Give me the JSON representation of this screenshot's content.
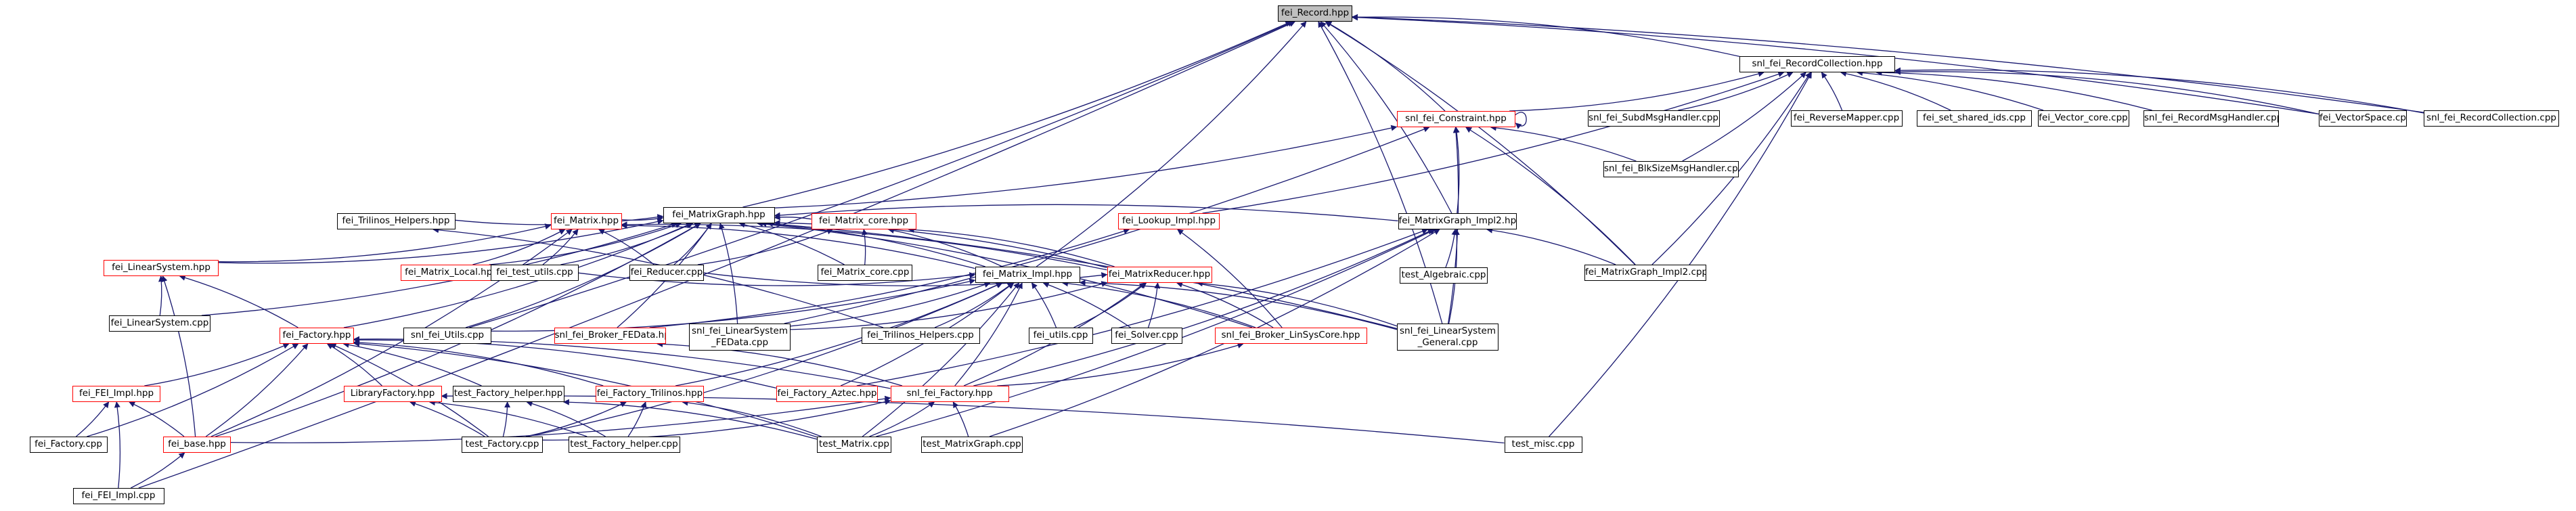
{
  "graph": {
    "colors": {
      "edge": "#191970",
      "box": "#000000",
      "box_incomplete": "#ff0000",
      "root_fill": "#bfbfbf"
    },
    "nodes": [
      {
        "id": "n0",
        "label": "fei_Record.hpp",
        "root": true
      },
      {
        "id": "n1",
        "label": "snl_fei_RecordCollection.hpp"
      },
      {
        "id": "n2",
        "label": "snl_fei_Constraint.hpp",
        "red": true
      },
      {
        "id": "n3",
        "label": "fei_MatrixGraph.hpp"
      },
      {
        "id": "n4",
        "label": "fei_Trilinos_Helpers.hpp"
      },
      {
        "id": "n5",
        "label": "fei_Matrix.hpp",
        "red": true
      },
      {
        "id": "n6",
        "label": "fei_Matrix_core.hpp",
        "red": true
      },
      {
        "id": "n7",
        "label": "fei_Lookup_Impl.hpp",
        "red": true
      },
      {
        "id": "n8",
        "label": "fei_MatrixGraph_Impl2.hpp"
      },
      {
        "id": "n9",
        "label": "fei_LinearSystem.hpp",
        "red": true
      },
      {
        "id": "n10",
        "label": "fei_Matrix_Local.hpp",
        "red": true
      },
      {
        "id": "n11",
        "label": "fei_test_utils.cpp"
      },
      {
        "id": "n12",
        "label": "fei_Reducer.cpp"
      },
      {
        "id": "n13",
        "label": "fei_Matrix_core.cpp"
      },
      {
        "id": "n14",
        "label": "fei_Matrix_Impl.hpp"
      },
      {
        "id": "n15",
        "label": "fei_MatrixReducer.hpp",
        "red": true
      },
      {
        "id": "n16",
        "label": "test_Algebraic.cpp"
      },
      {
        "id": "n17",
        "label": "fei_MatrixGraph_Impl2.cpp"
      },
      {
        "id": "n18",
        "label": "fei_LinearSystem.cpp"
      },
      {
        "id": "n19",
        "label": "fei_Factory.hpp",
        "red": true
      },
      {
        "id": "n20",
        "label": "snl_fei_Utils.cpp"
      },
      {
        "id": "n21",
        "label": "snl_fei_Broker_FEData.hpp",
        "red": true
      },
      {
        "id": "n22",
        "label": "snl_fei_LinearSystem_FEData.cpp",
        "lines": [
          "snl_fei_LinearSystem",
          "_FEData.cpp"
        ]
      },
      {
        "id": "n23",
        "label": "fei_Trilinos_Helpers.cpp"
      },
      {
        "id": "n24",
        "label": "fei_utils.cpp"
      },
      {
        "id": "n25",
        "label": "fei_Solver.cpp"
      },
      {
        "id": "n26",
        "label": "snl_fei_Broker_LinSysCore.hpp",
        "red": true
      },
      {
        "id": "n27",
        "label": "snl_fei_LinearSystem_General.cpp",
        "lines": [
          "snl_fei_LinearSystem",
          "_General.cpp"
        ]
      },
      {
        "id": "n28",
        "label": "fei_FEI_Impl.hpp",
        "red": true
      },
      {
        "id": "n29",
        "label": "LibraryFactory.hpp",
        "red": true
      },
      {
        "id": "n30",
        "label": "test_Factory_helper.hpp"
      },
      {
        "id": "n31",
        "label": "fei_Factory_Trilinos.hpp",
        "red": true
      },
      {
        "id": "n32",
        "label": "fei_Factory_Aztec.hpp",
        "red": true
      },
      {
        "id": "n33",
        "label": "snl_fei_Factory.hpp",
        "red": true
      },
      {
        "id": "n34",
        "label": "fei_Factory.cpp"
      },
      {
        "id": "n35",
        "label": "fei_base.hpp",
        "red": true
      },
      {
        "id": "n36",
        "label": "test_Factory.cpp"
      },
      {
        "id": "n37",
        "label": "test_Factory_helper.cpp"
      },
      {
        "id": "n38",
        "label": "test_Matrix.cpp"
      },
      {
        "id": "n39",
        "label": "test_MatrixGraph.cpp"
      },
      {
        "id": "n40",
        "label": "test_misc.cpp"
      },
      {
        "id": "n41",
        "label": "fei_FEI_Impl.cpp"
      },
      {
        "id": "n42",
        "label": "snl_fei_SubdMsgHandler.cpp"
      },
      {
        "id": "n43",
        "label": "fei_ReverseMapper.cpp"
      },
      {
        "id": "n44",
        "label": "fei_set_shared_ids.cpp"
      },
      {
        "id": "n45",
        "label": "fei_Vector_core.cpp"
      },
      {
        "id": "n46",
        "label": "snl_fei_RecordMsgHandler.cpp"
      },
      {
        "id": "n47",
        "label": "fei_VectorSpace.cpp"
      },
      {
        "id": "n48",
        "label": "snl_fei_RecordCollection.cpp"
      },
      {
        "id": "n49",
        "label": "snl_fei_BlkSizeMsgHandler.cpp"
      }
    ],
    "edges": [
      [
        "n1",
        "n0"
      ],
      [
        "n2",
        "n0"
      ],
      [
        "n3",
        "n0"
      ],
      [
        "n8",
        "n0"
      ],
      [
        "n14",
        "n0"
      ],
      [
        "n17",
        "n0"
      ],
      [
        "n20",
        "n0"
      ],
      [
        "n27",
        "n0"
      ],
      [
        "n41",
        "n0"
      ],
      [
        "n47",
        "n0"
      ],
      [
        "n48",
        "n0"
      ],
      [
        "n2",
        "n1"
      ],
      [
        "n42",
        "n1"
      ],
      [
        "n43",
        "n1"
      ],
      [
        "n44",
        "n1"
      ],
      [
        "n45",
        "n1"
      ],
      [
        "n46",
        "n1"
      ],
      [
        "n47",
        "n1"
      ],
      [
        "n48",
        "n1"
      ],
      [
        "n49",
        "n1"
      ],
      [
        "n7",
        "n1"
      ],
      [
        "n17",
        "n1"
      ],
      [
        "n40",
        "n1"
      ],
      [
        "n2",
        "n2"
      ],
      [
        "n3",
        "n2"
      ],
      [
        "n8",
        "n2"
      ],
      [
        "n17",
        "n2"
      ],
      [
        "n49",
        "n2"
      ],
      [
        "n22",
        "n2"
      ],
      [
        "n27",
        "n2"
      ],
      [
        "n4",
        "n3"
      ],
      [
        "n5",
        "n3"
      ],
      [
        "n6",
        "n3"
      ],
      [
        "n8",
        "n3"
      ],
      [
        "n9",
        "n3"
      ],
      [
        "n10",
        "n3"
      ],
      [
        "n11",
        "n3"
      ],
      [
        "n12",
        "n3"
      ],
      [
        "n13",
        "n3"
      ],
      [
        "n14",
        "n3"
      ],
      [
        "n15",
        "n3"
      ],
      [
        "n18",
        "n3"
      ],
      [
        "n19",
        "n3"
      ],
      [
        "n20",
        "n3"
      ],
      [
        "n21",
        "n3"
      ],
      [
        "n22",
        "n3"
      ],
      [
        "n26",
        "n3"
      ],
      [
        "n27",
        "n3"
      ],
      [
        "n35",
        "n3"
      ],
      [
        "n23",
        "n4"
      ],
      [
        "n9",
        "n5"
      ],
      [
        "n10",
        "n5"
      ],
      [
        "n11",
        "n5"
      ],
      [
        "n12",
        "n5"
      ],
      [
        "n14",
        "n5"
      ],
      [
        "n15",
        "n5"
      ],
      [
        "n35",
        "n5"
      ],
      [
        "n12",
        "n6"
      ],
      [
        "n13",
        "n6"
      ],
      [
        "n14",
        "n6"
      ],
      [
        "n15",
        "n6"
      ],
      [
        "n21",
        "n7"
      ],
      [
        "n26",
        "n7"
      ],
      [
        "n16",
        "n8"
      ],
      [
        "n17",
        "n8"
      ],
      [
        "n32",
        "n8"
      ],
      [
        "n33",
        "n8"
      ],
      [
        "n38",
        "n8"
      ],
      [
        "n39",
        "n8"
      ],
      [
        "n27",
        "n8"
      ],
      [
        "n18",
        "n9"
      ],
      [
        "n19",
        "n9"
      ],
      [
        "n35",
        "n9"
      ],
      [
        "n11",
        "n14"
      ],
      [
        "n20",
        "n14"
      ],
      [
        "n22",
        "n14"
      ],
      [
        "n23",
        "n14"
      ],
      [
        "n24",
        "n14"
      ],
      [
        "n25",
        "n14"
      ],
      [
        "n26",
        "n14"
      ],
      [
        "n27",
        "n14"
      ],
      [
        "n31",
        "n14"
      ],
      [
        "n32",
        "n14"
      ],
      [
        "n33",
        "n14"
      ],
      [
        "n36",
        "n14"
      ],
      [
        "n38",
        "n14"
      ],
      [
        "n12",
        "n15"
      ],
      [
        "n22",
        "n15"
      ],
      [
        "n24",
        "n15"
      ],
      [
        "n25",
        "n15"
      ],
      [
        "n26",
        "n15"
      ],
      [
        "n27",
        "n15"
      ],
      [
        "n33",
        "n15"
      ],
      [
        "n28",
        "n19"
      ],
      [
        "n29",
        "n19"
      ],
      [
        "n30",
        "n19"
      ],
      [
        "n31",
        "n19"
      ],
      [
        "n32",
        "n19"
      ],
      [
        "n33",
        "n19"
      ],
      [
        "n34",
        "n19"
      ],
      [
        "n35",
        "n19"
      ],
      [
        "n36",
        "n19"
      ],
      [
        "n38",
        "n19"
      ],
      [
        "n33",
        "n21"
      ],
      [
        "n33",
        "n26"
      ],
      [
        "n34",
        "n28"
      ],
      [
        "n35",
        "n28"
      ],
      [
        "n41",
        "n28"
      ],
      [
        "n36",
        "n29"
      ],
      [
        "n37",
        "n29"
      ],
      [
        "n40",
        "n29"
      ],
      [
        "n36",
        "n30"
      ],
      [
        "n37",
        "n30"
      ],
      [
        "n38",
        "n30"
      ],
      [
        "n36",
        "n31"
      ],
      [
        "n37",
        "n31"
      ],
      [
        "n38",
        "n31"
      ],
      [
        "n35",
        "n33"
      ],
      [
        "n36",
        "n33"
      ],
      [
        "n38",
        "n33"
      ],
      [
        "n39",
        "n33"
      ],
      [
        "n41",
        "n35"
      ]
    ]
  }
}
